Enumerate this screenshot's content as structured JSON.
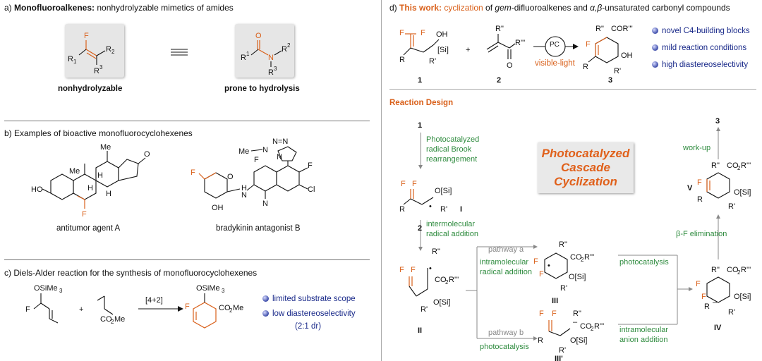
{
  "panel_a": {
    "title_prefix": "a) ",
    "title_bold": "Monofluoroalkenes:",
    "title_rest": " nonhydrolyzable mimetics of amides",
    "left_caption": "nonhydrolyzable",
    "right_caption": "prone to hydrolysis"
  },
  "panel_b": {
    "title": "b) Examples of bioactive monofluorocyclohexenes",
    "left_caption": "antitumor agent A",
    "right_caption": "bradykinin antagonist B"
  },
  "panel_c": {
    "title": "c) Diels-Alder reaction for the synthesis of monofluorocyclohexenes",
    "arrow_label": "[4+2]",
    "bullets": [
      "limited substrate scope",
      "low diastereoselectivity",
      "(2:1 dr)"
    ]
  },
  "panel_d": {
    "title_prefix": "d) ",
    "title_bold": "This work:",
    "title_cyc": " cyclization",
    "title_mid": " of ",
    "title_gem": "gem",
    "title_rest1": "-difluoroalkenes and ",
    "title_ab": "α,β",
    "title_rest2": "-unsaturated carbonyl compounds",
    "pc_label": "PC",
    "light_label": "visible-light",
    "cmpd_labels": [
      "1",
      "2",
      "3"
    ],
    "bullets": [
      "novel C4-building blocks",
      "mild reaction conditions",
      "high diastereoselectivity"
    ]
  },
  "design": {
    "title": "Reaction Design",
    "step1": "1",
    "step1_text": [
      "Photocatalyzed",
      "radical Brook",
      "rearrangement"
    ],
    "step2": "2",
    "step2_text": [
      "intermolecular",
      "radical addition"
    ],
    "box_text": [
      "Photocatalyzed",
      "Cascade",
      "Cyclization"
    ],
    "pathway_a": "pathway a",
    "pathway_a_text": [
      "intramolecular",
      "radical addition"
    ],
    "pathway_b": "pathway b",
    "pathway_b_text": "photocatalysis",
    "photocat_top": "photocatalysis",
    "anion_text": [
      "intramolecular",
      "anion addition"
    ],
    "bf_elim": "β-F elimination",
    "workup": "work-up",
    "workup_target": "3",
    "labels": {
      "I": "I",
      "II": "II",
      "III": "III",
      "III_p": "III'",
      "IV": "IV",
      "V": "V"
    }
  }
}
